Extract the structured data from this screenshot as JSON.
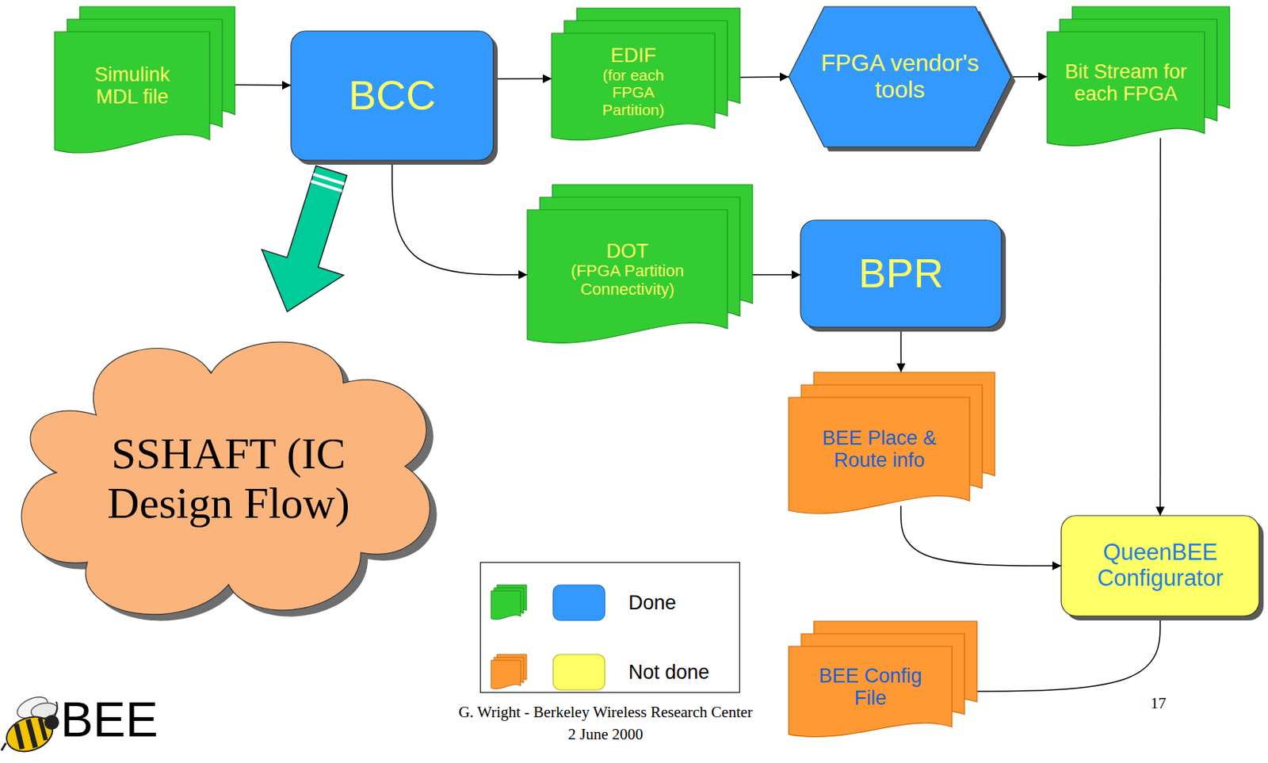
{
  "diagram": {
    "nodes": [
      {
        "text": [
          "Simulink MDL file"
        ]
      },
      {
        "text": [
          "BCC"
        ]
      },
      {
        "text": [
          "EDIF",
          "(for each FPGA Partition)"
        ]
      },
      {
        "text": [
          "FPGA vendor's tools"
        ]
      },
      {
        "text": [
          "Bit Stream for each FPGA"
        ]
      },
      {
        "text": [
          "DOT",
          "(FPGA Partition Connectivity)"
        ]
      },
      {
        "text": [
          "BPR"
        ]
      },
      {
        "text": [
          "BEE Place & Route info"
        ]
      },
      {
        "text": [
          "QueenBEE Configurator"
        ]
      },
      {
        "text": [
          "BEE Config File"
        ]
      },
      {
        "text": [
          "SSHAFT (IC Design Flow)"
        ]
      }
    ],
    "edges": [
      {
        "from": 0,
        "to": 1,
        "arrow": "to"
      },
      {
        "from": 1,
        "to": 2,
        "arrow": "to"
      },
      {
        "from": 2,
        "to": 3,
        "arrow": "to"
      },
      {
        "from": 3,
        "to": 4,
        "arrow": "to"
      },
      {
        "from": 1,
        "to": 5,
        "arrow": "to"
      },
      {
        "from": 5,
        "to": 6,
        "arrow": "to"
      },
      {
        "from": 6,
        "to": 7,
        "arrow": "to"
      },
      {
        "from": 7,
        "to": 8,
        "arrow": "to"
      },
      {
        "from": 4,
        "to": 8,
        "arrow": "to"
      },
      {
        "from": 8,
        "to": 9,
        "arrow": "to"
      },
      {
        "from": 1,
        "to": 10,
        "arrow": "to"
      }
    ],
    "labels": [
      "BEE",
      "G. Wright - Berkeley Wireless Research Center",
      "2 June 2000",
      "17"
    ],
    "legend": [
      {
        "text": "Done"
      },
      {
        "text": "Not done"
      }
    ]
  }
}
